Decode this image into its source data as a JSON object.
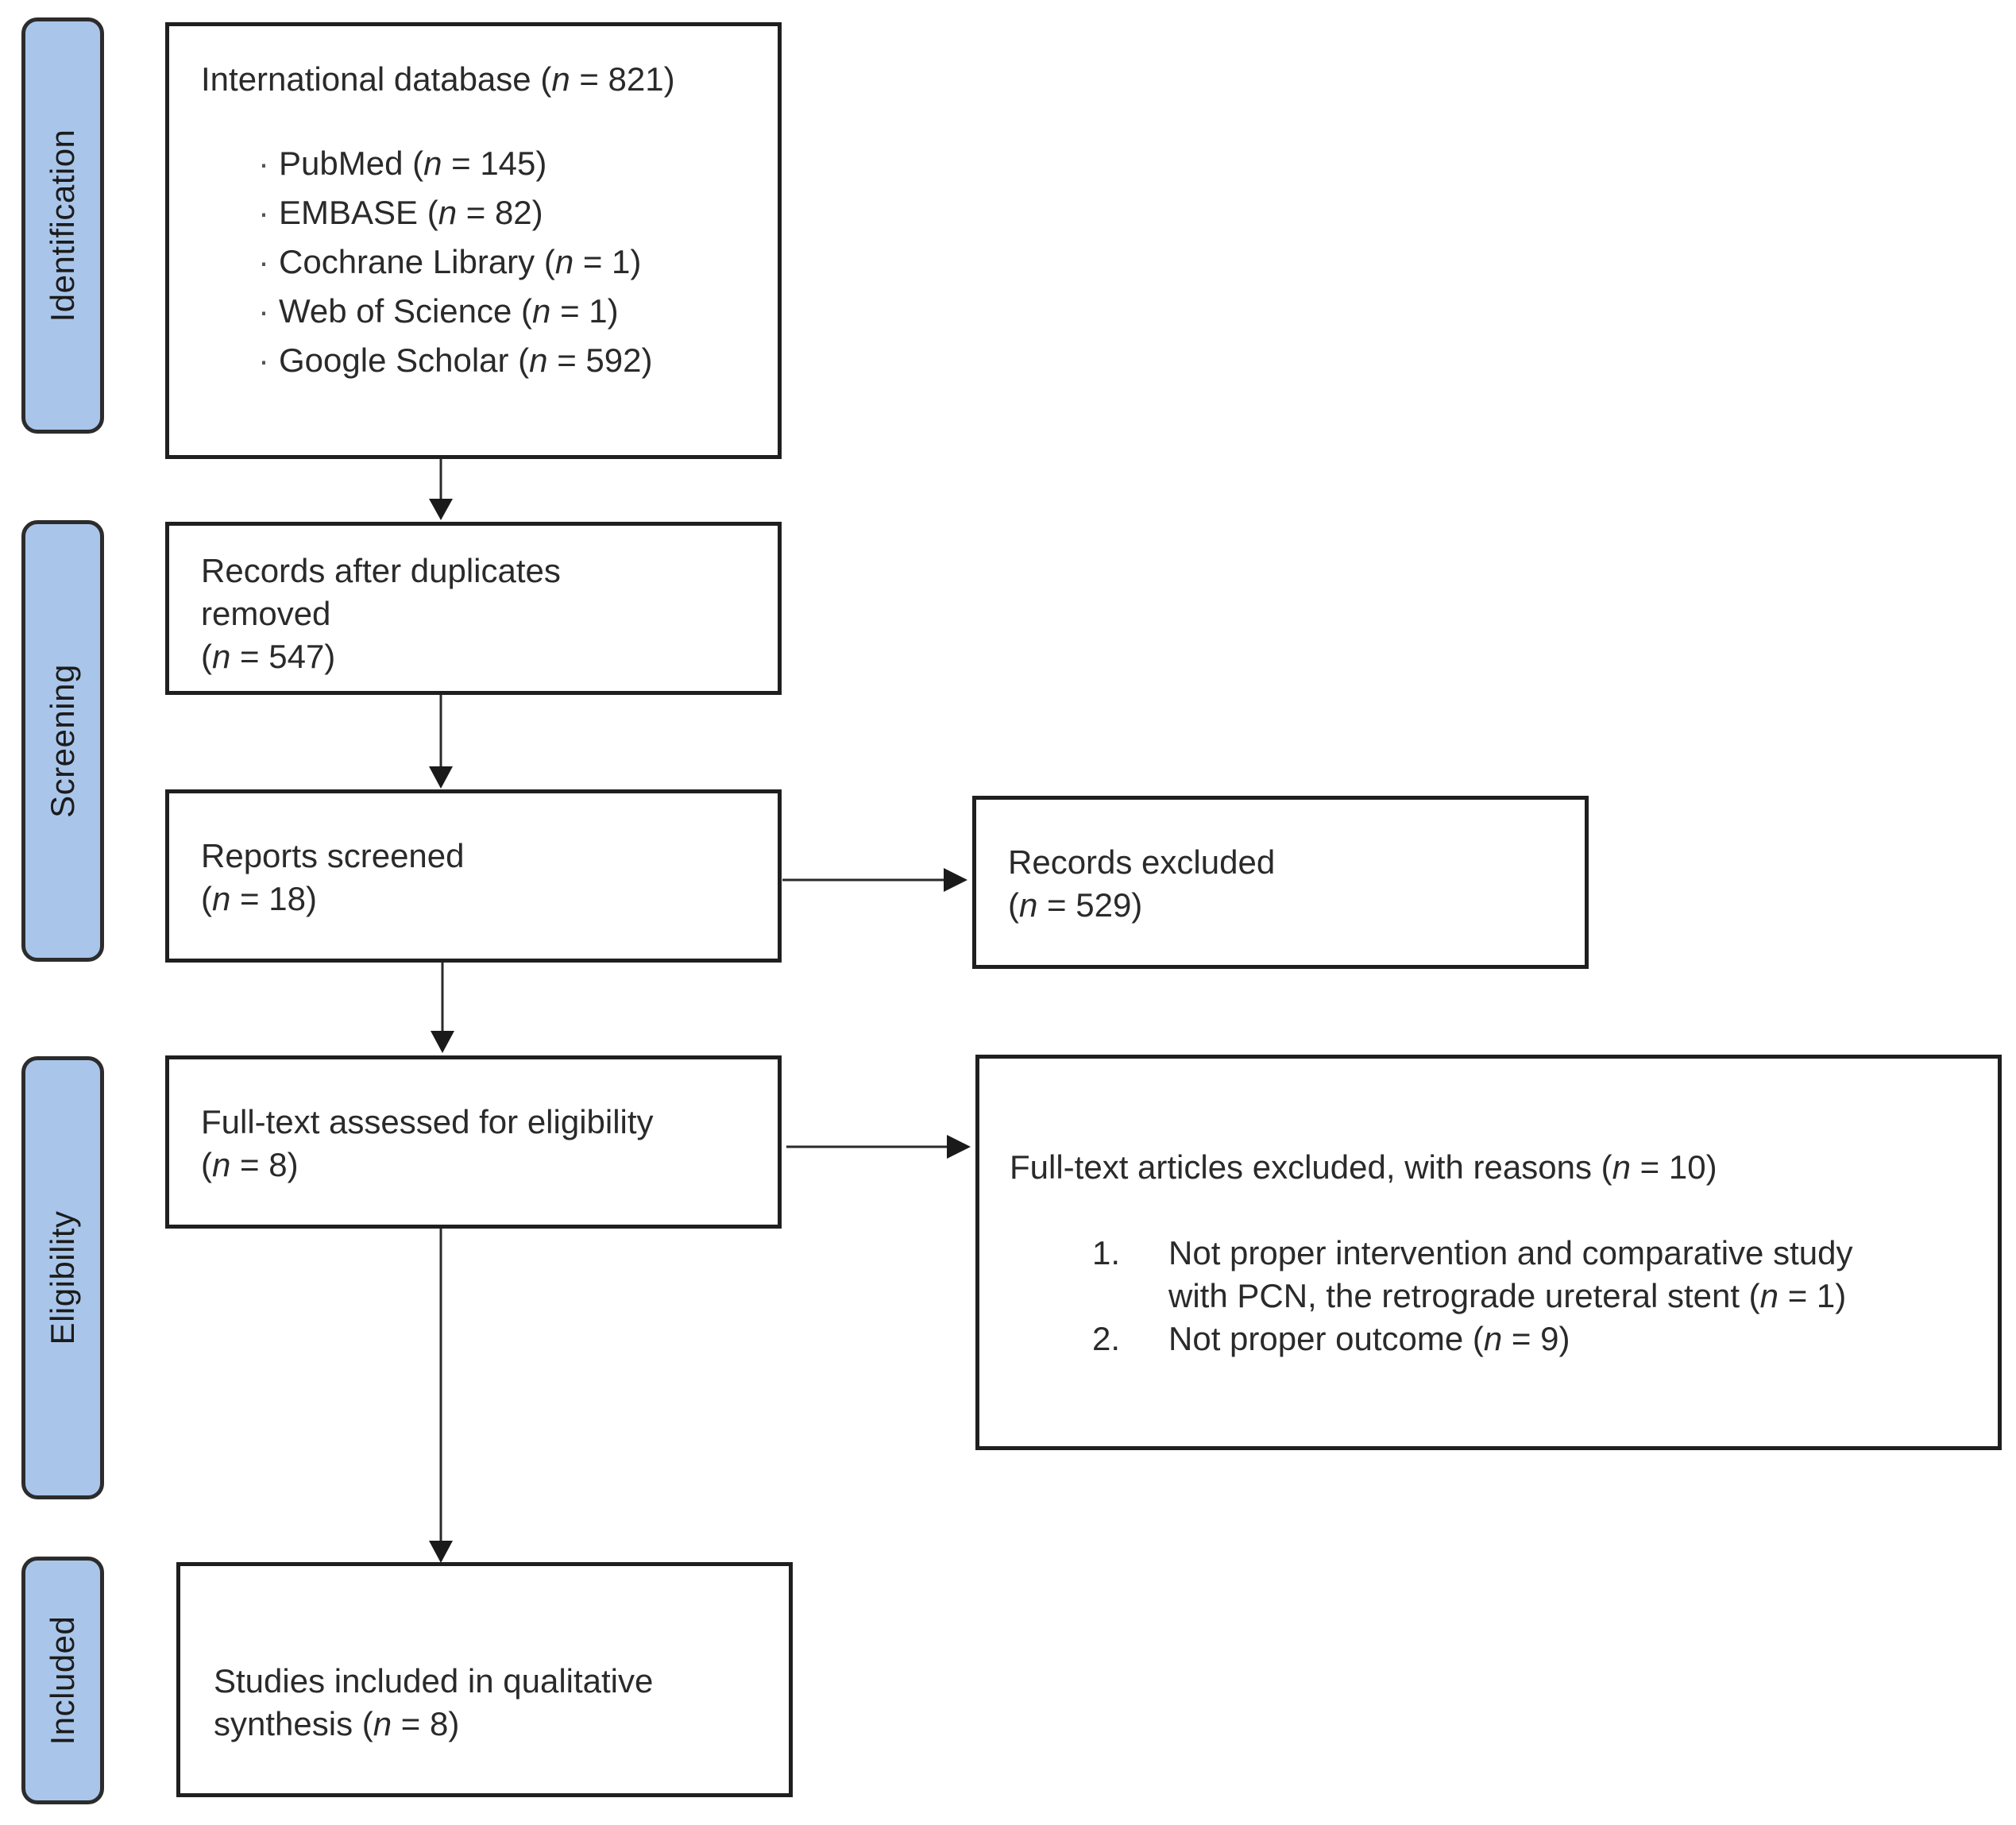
{
  "stages": {
    "identification": "Identification",
    "screening": "Screening",
    "eligibility": "Eligibility",
    "included": "Included"
  },
  "identification_box": {
    "title_prefix": "International database (",
    "title_n": "n",
    "title_suffix": " = 821)",
    "sources": [
      {
        "name": "PubMed (",
        "n": "n",
        "value": " = 145)"
      },
      {
        "name": "EMBASE (",
        "n": "n",
        "value": " = 82)"
      },
      {
        "name": "Cochrane Library (",
        "n": "n",
        "value": " = 1)"
      },
      {
        "name": "Web of Science (",
        "n": "n",
        "value": " = 1)"
      },
      {
        "name": "Google Scholar (",
        "n": "n",
        "value": " = 592)"
      }
    ],
    "bullet": "·"
  },
  "duplicates_box": {
    "line1": "Records after duplicates",
    "line2": "removed",
    "open": "(",
    "n": "n",
    "value": " = 547)"
  },
  "screened_box": {
    "line1": "Reports screened",
    "open": "(",
    "n": "n",
    "value": " = 18)"
  },
  "records_excluded_box": {
    "line1": "Records excluded",
    "open": "(",
    "n": "n",
    "value": " = 529)"
  },
  "fulltext_box": {
    "line1": "Full-text assessed for eligibility",
    "open": "(",
    "n": "n",
    "value": " = 8)"
  },
  "fulltext_excluded_box": {
    "title_prefix": "Full-text articles excluded, with reasons (",
    "title_n": "n",
    "title_suffix": " = 10)",
    "reasons": [
      {
        "num": "1.",
        "line1": "Not proper intervention and comparative study",
        "line2_prefix": "with PCN, the retrograde ureteral stent (",
        "n": "n",
        "line2_suffix": " = 1)"
      },
      {
        "num": "2.",
        "line1_prefix": "Not proper outcome (",
        "n": "n",
        "line1_suffix": " = 9)"
      }
    ]
  },
  "included_box": {
    "line1": "Studies included in qualitative",
    "line2_prefix": "synthesis (",
    "n": "n",
    "line2_suffix": " = 8)"
  },
  "colors": {
    "stage_fill": "#a9c6ea",
    "box_border": "#1f1f1f",
    "arrow": "#2a2a2a"
  }
}
